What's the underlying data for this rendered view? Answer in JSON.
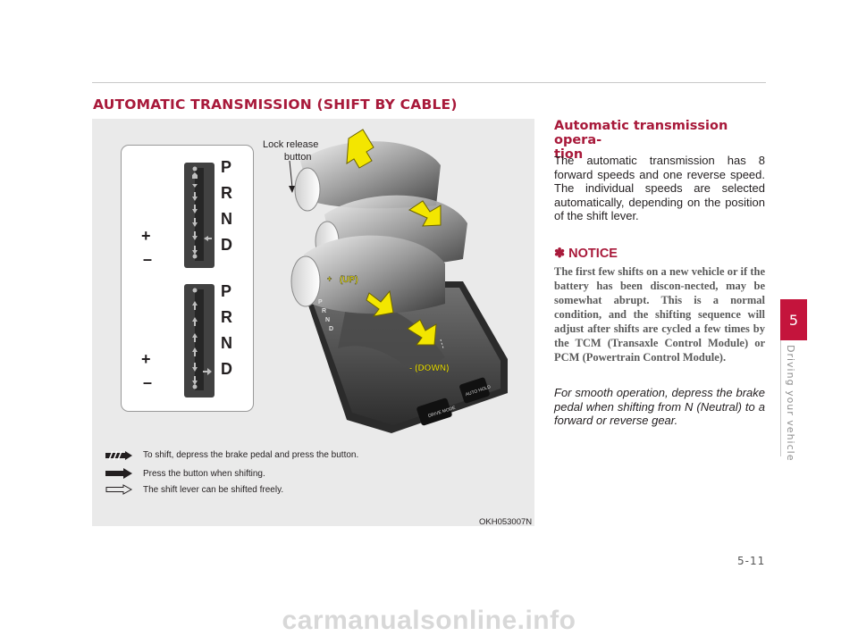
{
  "section_title": "AUTOMATIC TRANSMISSION (SHIFT BY CABLE)",
  "figure": {
    "gate_positions_1": [
      "P",
      "R",
      "N",
      "D"
    ],
    "gate_positions_2": [
      "P",
      "R",
      "N",
      "D"
    ],
    "plus": "+",
    "minus": "–",
    "callout": "Lock release\nbutton",
    "up_label": "(UP)",
    "up_sign": "+",
    "down_label": "- (DOWN)",
    "console_buttons": [
      "DRIVE MODE",
      "AUTO HOLD"
    ],
    "legend": [
      {
        "icon": "hatched-arrow-icon",
        "text": "To shift, depress the brake pedal and press the button."
      },
      {
        "icon": "solid-arrow-icon",
        "text": "Press the button when shifting."
      },
      {
        "icon": "outline-arrow-icon",
        "text": "The shift lever can be shifted freely."
      }
    ],
    "code": "OKH053007N"
  },
  "subsection_title": "Automatic transmission opera-\ntion",
  "body": "The automatic transmission has 8 forward speeds and one reverse speed. The individual speeds are selected automatically, depending on the position of the shift lever.",
  "notice_title": "✽ NOTICE",
  "notice_text": "The first few shifts on a new vehicle or if the battery has been discon-nected, may be somewhat abrupt. This is a normal condition, and the shifting sequence will adjust after shifts are cycled a few times by the TCM (Transaxle Control Module) or PCM (Powertrain Control Module).",
  "italic_text": "For smooth operation, depress the brake pedal when shifting from N (Neutral) to a forward or reverse gear.",
  "chapter_tab": "5",
  "chapter_label": "Driving your vehicle",
  "page_number": "5-11",
  "watermark": "carmanualsonline.info",
  "colors": {
    "accent": "#a8193a",
    "tab": "#c4143c",
    "arrow_yellow": "#f3e600"
  }
}
